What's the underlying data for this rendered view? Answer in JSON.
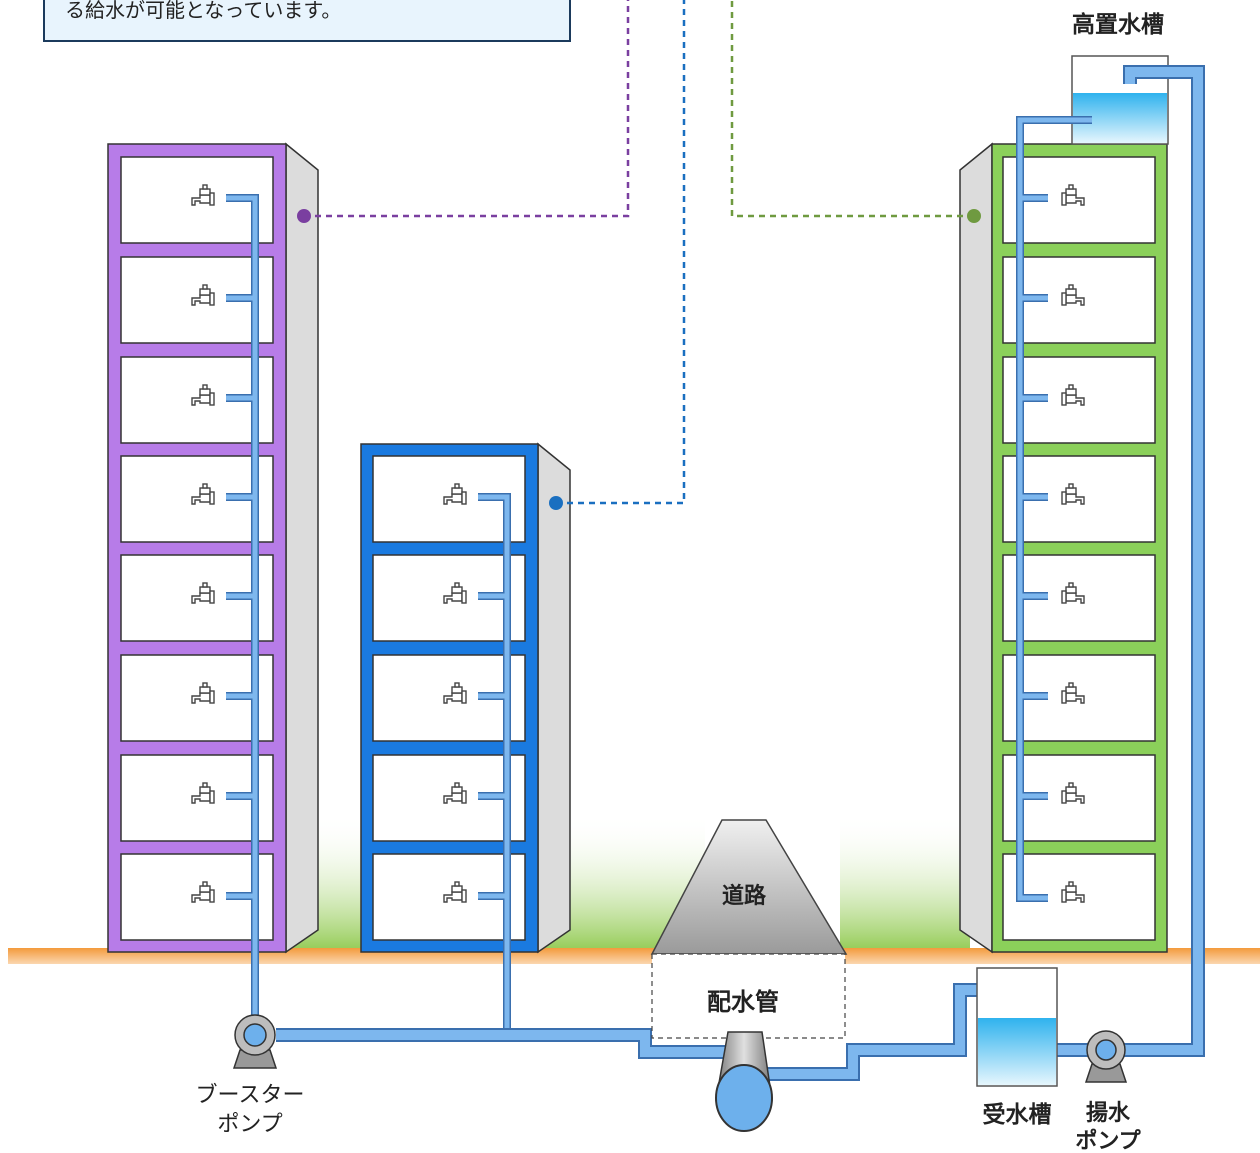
{
  "note": {
    "text": "る給水が可能となっています。"
  },
  "labels": {
    "elevated_tank": "高置水槽",
    "road": "道路",
    "main_pipe": "配水管",
    "booster_pump_line1": "ブースター",
    "booster_pump_line2": "ポンプ",
    "receiving_tank": "受水槽",
    "lift_pump_line1": "揚水",
    "lift_pump_line2": "ポンプ"
  },
  "colors": {
    "booster_building": "#b77ce8",
    "direct_building": "#1a7ae0",
    "tank_building": "#8bd05a",
    "pipe": "#7db7ee",
    "pipe_outline": "#3a6fae",
    "ground": "#ee8a2e",
    "water": "#35b6ef",
    "leader_purple": "#7a3fa0",
    "leader_blue": "#1a6fc0",
    "leader_green": "#6f9a40"
  },
  "icons": [
    "faucet-icon",
    "pump-icon",
    "pipe-section-icon"
  ]
}
